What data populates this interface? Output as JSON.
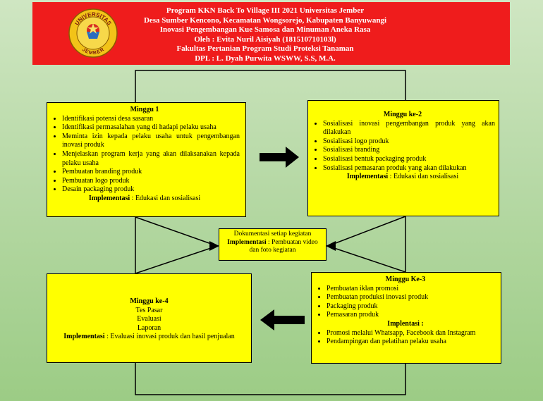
{
  "header": {
    "lines": [
      "Program KKN Back To Village III 2021 Universitas Jember",
      "Desa Sumber Kencono, Kecamatan Wongsorejo, Kabupaten Banyuwangi",
      "Inovasi Pengembangan Kue Samosa dan Minuman Aneka Rasa",
      "Oleh : Evita Nuril Aisiyah (181510710103l)",
      "Fakultas Pertanian Program Studi Proteksi Tanaman",
      "DPL : L. Dyah Purwita WSWW, S.S, M.A."
    ],
    "logo_top_text": "UNIVERSITAS",
    "logo_bottom_text": "JEMBER"
  },
  "minggu1": {
    "title": "Minggu 1",
    "items": [
      "Identifikasi potensi desa sasaran",
      "Identifikasi permasalahan  yang di hadapi pelaku usaha",
      "Meminta izin kepada pelaku usaha untuk pengembangan inovasi produk",
      "Menjelaskan program kerja yang akan dilaksanakan kepada pelaku usaha",
      "Pembuatan branding produk",
      "Pembuatan logo produk",
      "Desain packaging produk"
    ],
    "impl_label": "Implementasi",
    "impl_text": " : Edukasi dan sosialisasi"
  },
  "minggu2": {
    "title": "Minggu ke-2",
    "items": [
      "Sosialisasi inovasi pengembangan produk yang akan dilakukan",
      "Sosialisasi logo produk",
      "Sosialisasi branding",
      "Sosialisasi bentuk packaging produk",
      "Sosialisasi pemasaran produk yang akan dilakukan"
    ],
    "impl_label": "Implementasi",
    "impl_text": " : Edukasi dan sosialisasi"
  },
  "minggu3": {
    "title": "Minggu Ke-3",
    "items_top": [
      "Pembuatan iklan promosi",
      "Pembuatan produksi inovasi produk",
      "Packaging produk",
      "Pemasaran produk"
    ],
    "impl_label": "Implentasi :",
    "items_bottom": [
      "Promosi melalui Whatsapp, Facebook dan Instagram",
      "Pendampingan dan pelatihan pelaku usaha"
    ]
  },
  "minggu4": {
    "title": "Minggu ke-4",
    "lines": [
      "Tes Pasar",
      "Evaluasi",
      "Laporan"
    ],
    "impl_label": "Implementasi",
    "impl_text": " : Evaluasi inovasi produk dan hasil penjualan"
  },
  "dokumentasi": {
    "title": "Dokumentasi setiap kegiatan",
    "impl_label": "Implementasi",
    "impl_text": " : Pembuatan video dan foto kegiatan"
  },
  "colors": {
    "header_bg": "#ef1c1c",
    "box_bg": "#ffff00",
    "background_top": "#cfe6c2",
    "background_bottom": "#9ccc85",
    "logo_yellow": "#f2c318",
    "logo_red": "#d72a20"
  }
}
